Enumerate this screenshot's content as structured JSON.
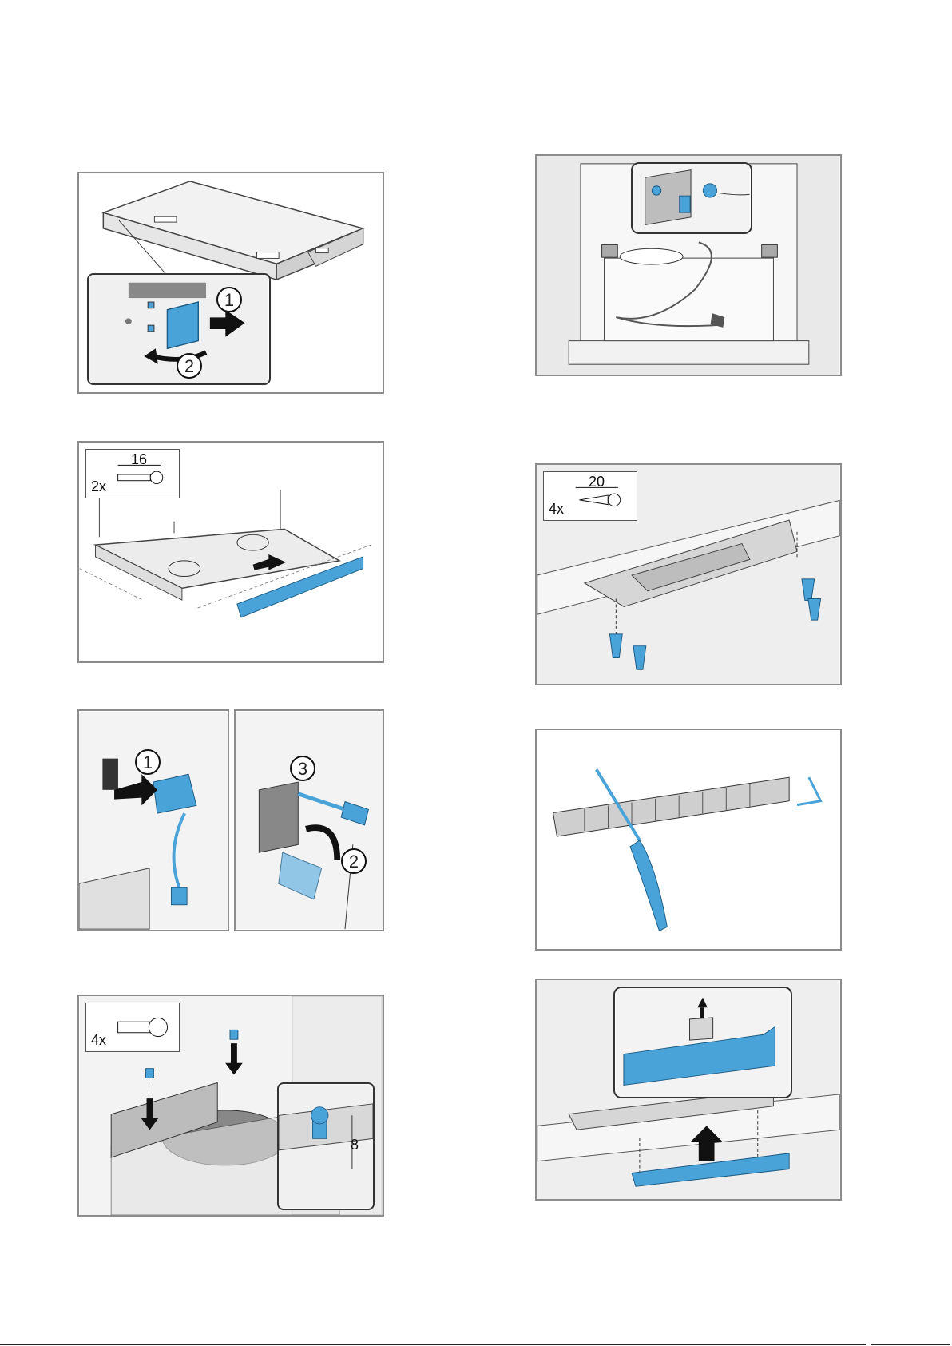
{
  "figures": [
    {
      "id": "fig1",
      "callouts": [
        "1",
        "2"
      ]
    },
    {
      "id": "fig2",
      "legend": {
        "qty": "2x",
        "dim": "16"
      }
    },
    {
      "id": "fig3a",
      "callouts": [
        "1"
      ]
    },
    {
      "id": "fig3b",
      "callouts": [
        "3",
        "2"
      ]
    },
    {
      "id": "fig4",
      "legend": {
        "qty": "4x"
      },
      "dim": "8"
    },
    {
      "id": "fig5"
    },
    {
      "id": "fig6",
      "legend": {
        "qty": "4x",
        "dim": "20"
      }
    },
    {
      "id": "fig7"
    },
    {
      "id": "fig8"
    }
  ],
  "colors": {
    "accent": "#4aa3d8",
    "panel_border": "#8c8c8c",
    "grey": "#d9d9d9"
  }
}
